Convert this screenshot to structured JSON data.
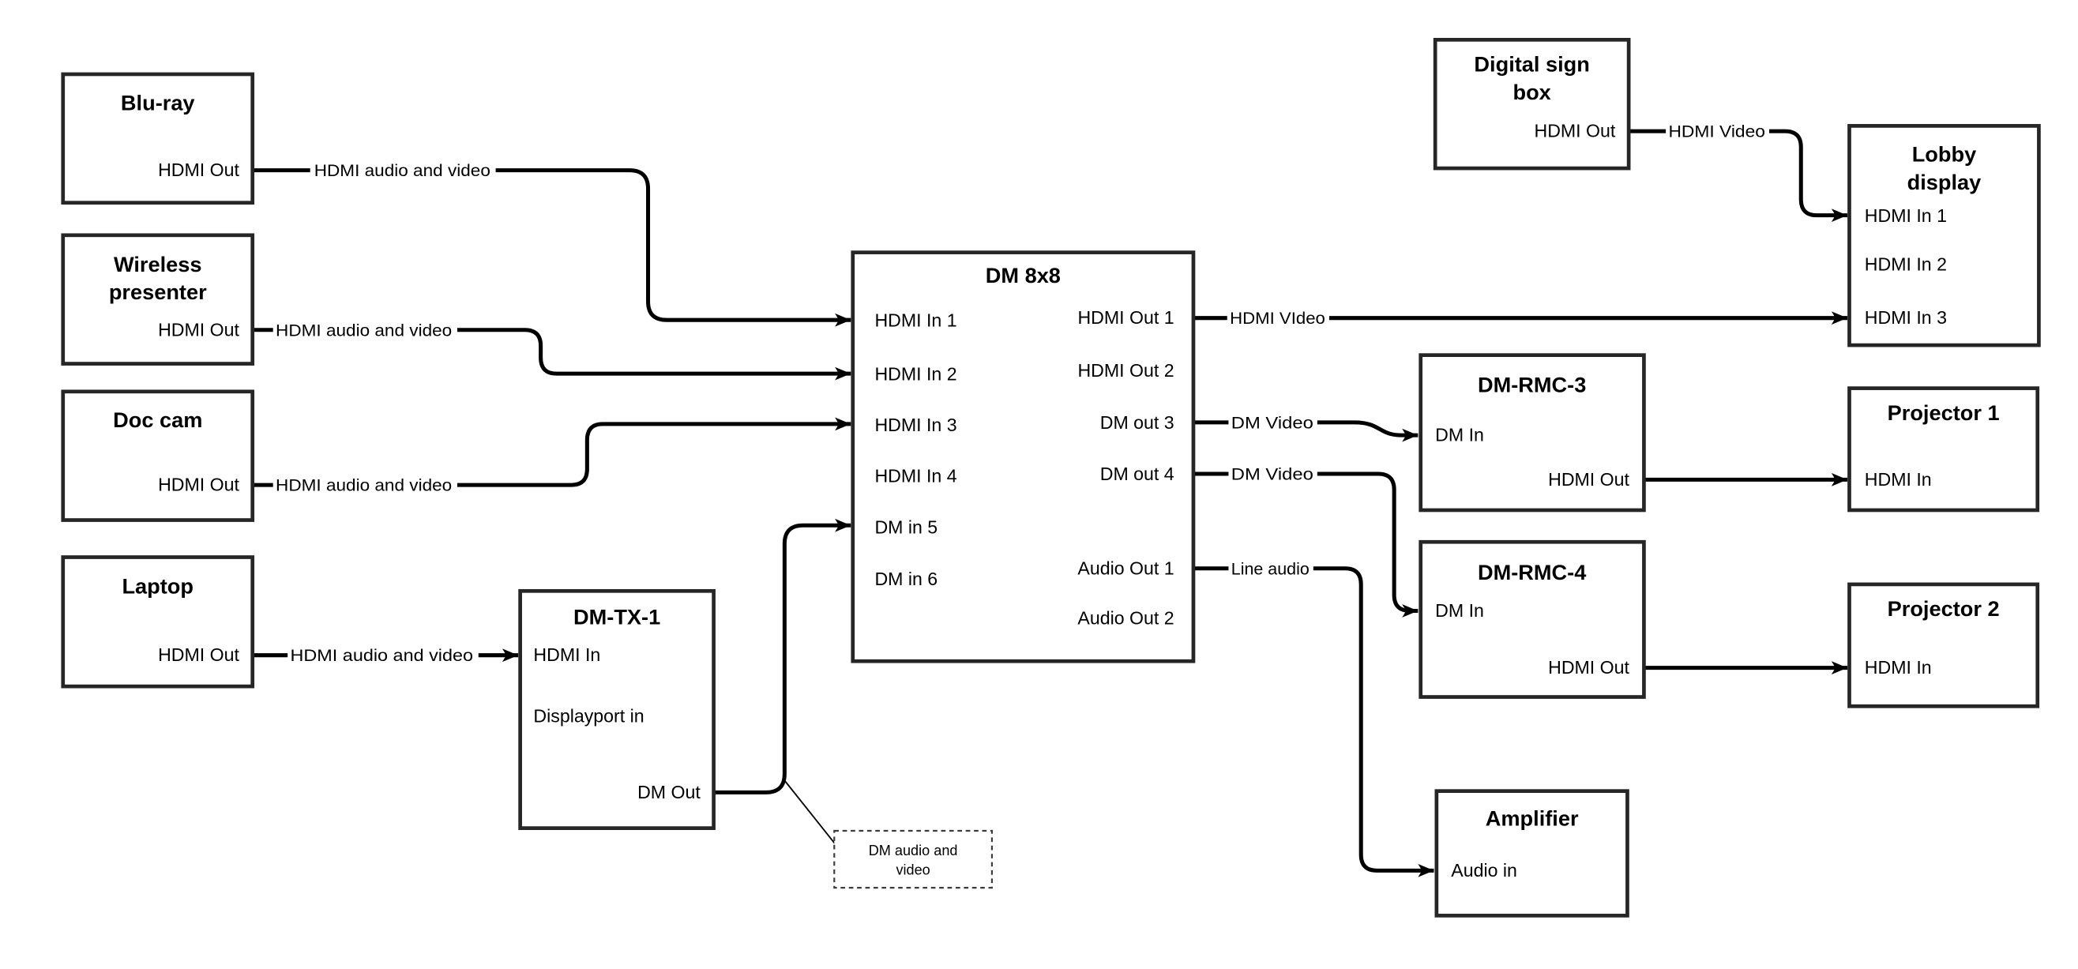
{
  "diagram": {
    "type": "av-signal-flow-diagram",
    "colors": {
      "background": "#ffffff",
      "box_border": "#262626",
      "wire": "#000000",
      "text": "#000000"
    },
    "nodes": {
      "bluray": {
        "title": "Blu-ray",
        "ports": {
          "hdmi_out": "HDMI Out"
        }
      },
      "wireless": {
        "lines": [
          "Wireless",
          "presenter"
        ],
        "ports": {
          "hdmi_out": "HDMI Out"
        }
      },
      "doccam": {
        "title": "Doc cam",
        "ports": {
          "hdmi_out": "HDMI Out"
        }
      },
      "laptop": {
        "title": "Laptop",
        "ports": {
          "hdmi_out": "HDMI Out"
        }
      },
      "dmtx1": {
        "title": "DM-TX-1",
        "ports": {
          "hdmi_in": "HDMI In",
          "dp_in": "Displayport in",
          "dm_out": "DM Out"
        }
      },
      "dm8x8": {
        "title": "DM 8x8",
        "ports": {
          "in1": "HDMI In 1",
          "in2": "HDMI In 2",
          "in3": "HDMI In 3",
          "in4": "HDMI In 4",
          "in5": "DM in 5",
          "in6": "DM in 6",
          "out1": "HDMI Out 1",
          "out2": "HDMI Out 2",
          "out3": "DM out 3",
          "out4": "DM out 4",
          "aout1": "Audio Out 1",
          "aout2": "Audio Out 2"
        }
      },
      "sign": {
        "lines": [
          "Digital sign",
          "box"
        ],
        "ports": {
          "hdmi_out": "HDMI Out"
        }
      },
      "lobby": {
        "lines": [
          "Lobby",
          "display"
        ],
        "ports": {
          "in1": "HDMI In 1",
          "in2": "HDMI In 2",
          "in3": "HDMI In 3"
        }
      },
      "rmc3": {
        "title": "DM-RMC-3",
        "ports": {
          "dm_in": "DM In",
          "hdmi_out": "HDMI Out"
        }
      },
      "proj1": {
        "title": "Projector 1",
        "ports": {
          "hdmi_in": "HDMI In"
        }
      },
      "rmc4": {
        "title": "DM-RMC-4",
        "ports": {
          "dm_in": "DM In",
          "hdmi_out": "HDMI Out"
        }
      },
      "proj2": {
        "title": "Projector 2",
        "ports": {
          "hdmi_in": "HDMI In"
        }
      },
      "amp": {
        "title": "Amplifier",
        "ports": {
          "audio_in": "Audio in"
        }
      }
    },
    "wires": {
      "bluray_to_dm8x8_in1": {
        "label": "HDMI audio and video"
      },
      "wireless_to_dm8x8_in2": {
        "label": "HDMI audio and video"
      },
      "doccam_to_dm8x8_in3": {
        "label": "HDMI audio and video"
      },
      "laptop_to_dmtx1": {
        "label": "HDMI audio and video"
      },
      "dm8x8_out1_to_lobby_in3": {
        "label": "HDMI VIdeo"
      },
      "sign_to_lobby_in1": {
        "label": "HDMI Video"
      },
      "dm8x8_out3_to_rmc3": {
        "label": "DM Video"
      },
      "dm8x8_out4_to_rmc4": {
        "label": "DM Video"
      },
      "dm8x8_aout1_to_amp": {
        "label": "Line audio"
      }
    },
    "annotation": {
      "line1": "DM audio and",
      "line2": "video"
    }
  }
}
